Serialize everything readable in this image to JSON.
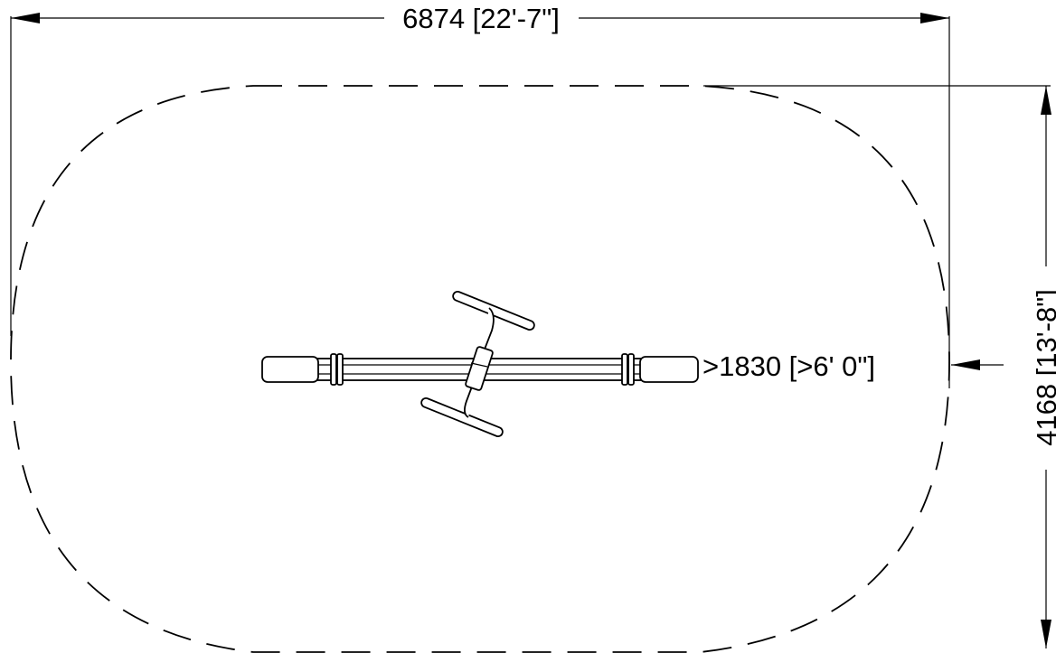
{
  "dimensions": {
    "width_label": "6874 [22'-7\"]",
    "height_label": "4168 [13'-8\"]",
    "clearance_label": ">1830 [>6' 0\"]"
  },
  "colors": {
    "ink": "#000000",
    "paper": "#ffffff"
  }
}
